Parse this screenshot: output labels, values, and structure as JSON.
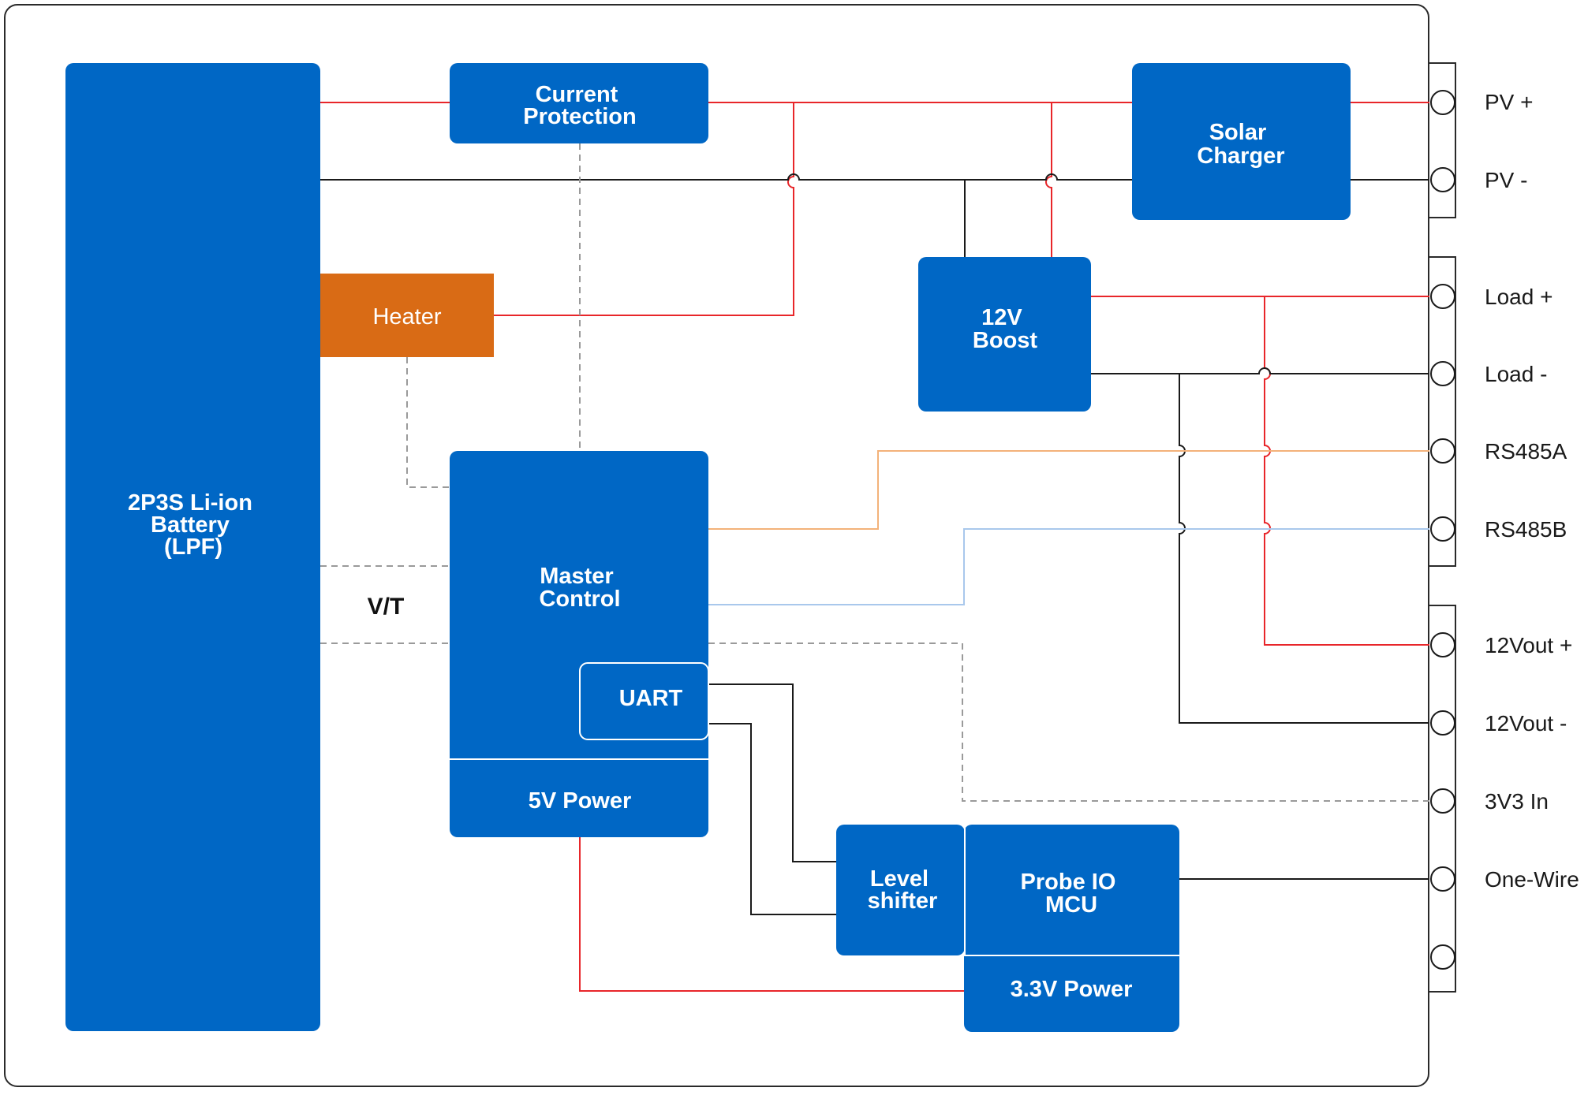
{
  "colors": {
    "block_blue": "#0067c5",
    "heater_orange": "#d96b15",
    "power_red": "#e8262a",
    "ground_black": "#1a1a1a",
    "signal_gray_dashed": "#9a9a9a",
    "rs485a_orange": "#f3b27a",
    "rs485b_blue": "#a9c8ec",
    "enclosure_border": "#2a2a2a"
  },
  "blocks": {
    "battery": [
      "2P3S Li-ion",
      "Battery",
      "(LPF)"
    ],
    "current_protection": [
      "Current",
      "Protection"
    ],
    "solar_charger": [
      "Solar",
      "Charger"
    ],
    "heater": [
      "Heater"
    ],
    "boost": [
      "12V",
      "Boost"
    ],
    "master_control": [
      "Master",
      "Control"
    ],
    "uart": [
      "UART"
    ],
    "power_5v": [
      "5V Power"
    ],
    "level_shifter": [
      "Level",
      "shifter"
    ],
    "probe_mcu": [
      "Probe IO",
      "MCU"
    ],
    "power_33v": [
      "3.3V Power"
    ]
  },
  "vt_label": "V/T",
  "terminals": [
    "PV +",
    "PV -",
    "Load +",
    "Load -",
    "RS485A",
    "RS485B",
    "12Vout +",
    "12Vout -",
    "3V3 In",
    "One-Wire",
    ""
  ],
  "icons": {
    "terminal": "circle-terminal-icon"
  }
}
